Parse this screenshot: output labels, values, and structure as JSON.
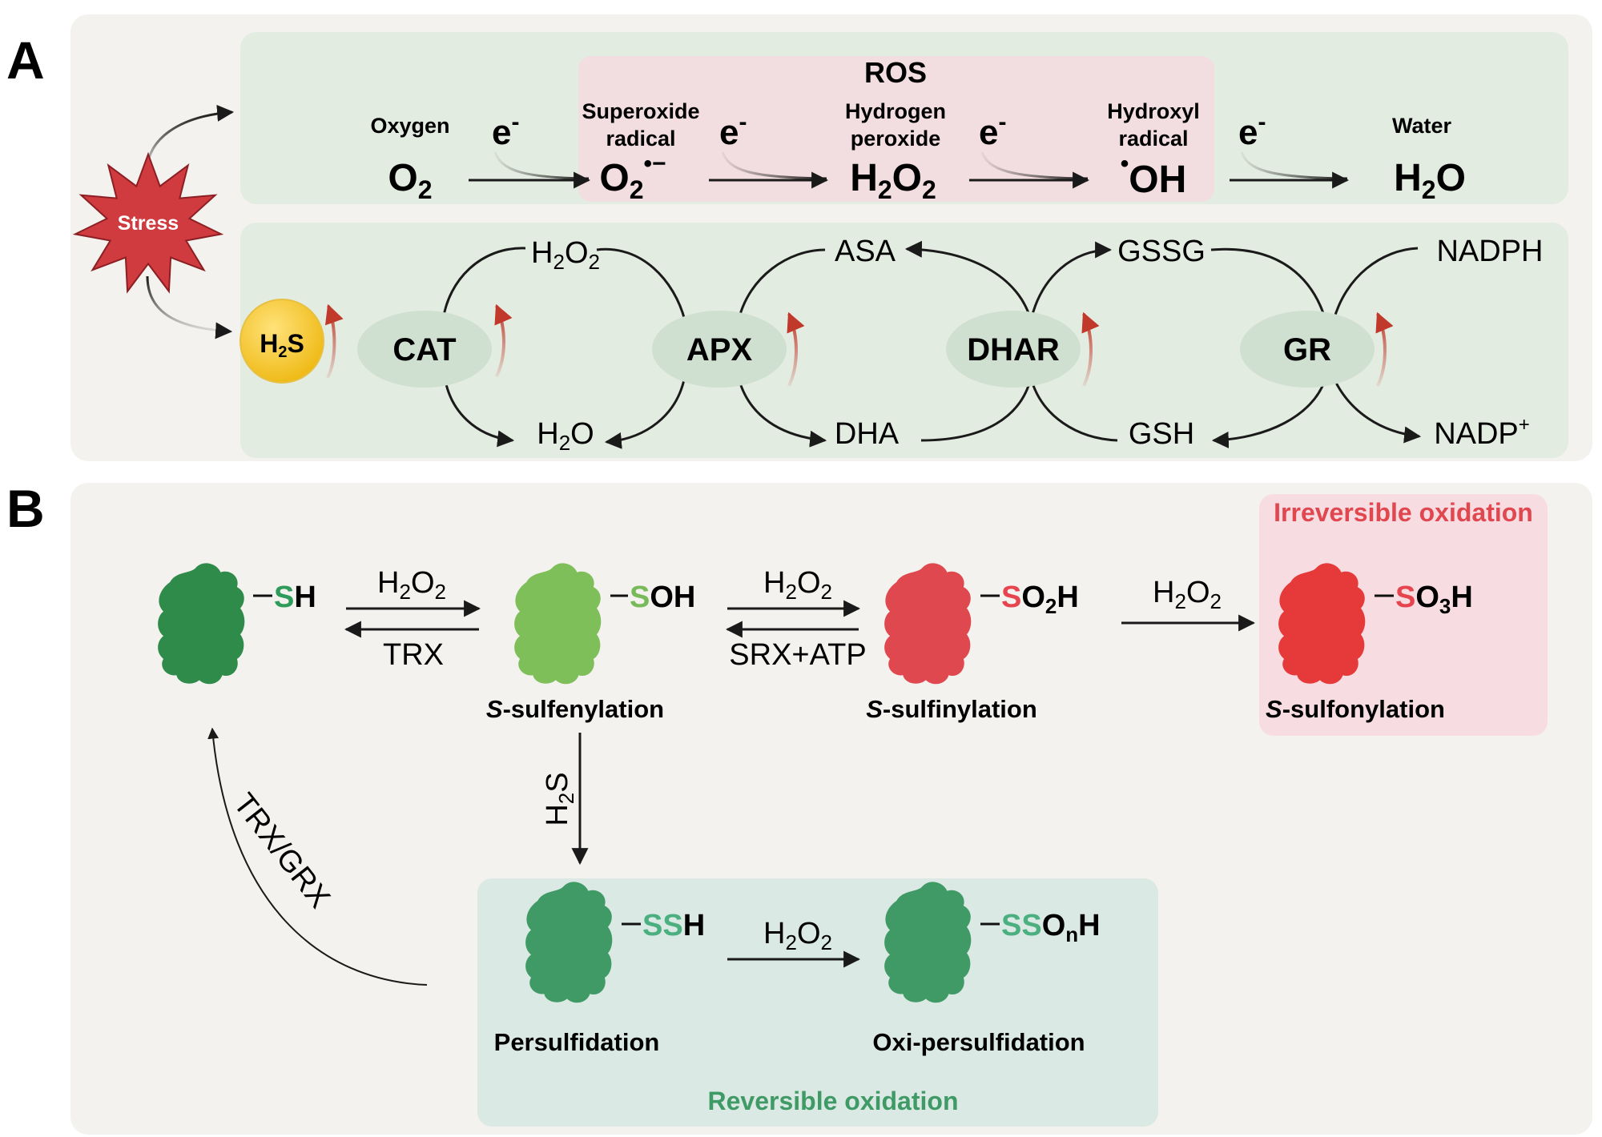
{
  "panel_a": {
    "label": "A",
    "stress": "Stress",
    "ros_title": "ROS",
    "electron": "e",
    "electron_sup": "-",
    "chain": {
      "oxygen": {
        "name": "Oxygen",
        "formula": "O",
        "sub": "2"
      },
      "superoxide": {
        "name_line1": "Superoxide",
        "name_line2": "radical",
        "formula": "O",
        "sub": "2",
        "sup": "•−"
      },
      "hydrogen_peroxide": {
        "name_line1": "Hydrogen",
        "name_line2": "peroxide",
        "formula_h": "H",
        "sub_h": "2",
        "formula_o": "O",
        "sub_o": "2"
      },
      "hydroxyl": {
        "name_line1": "Hydroxyl",
        "name_line2": "radical",
        "dot": "•",
        "formula": "OH"
      },
      "water": {
        "name": "Water",
        "formula_h": "H",
        "sub_h": "2",
        "formula_o": "O"
      }
    },
    "h2s": {
      "h": "H",
      "sub": "2",
      "s": "S"
    },
    "enzymes": [
      "CAT",
      "APX",
      "DHAR",
      "GR"
    ],
    "metabolites": {
      "h2o2_h": "H",
      "h2o2_sub1": "2",
      "h2o2_o": "O",
      "h2o2_sub2": "2",
      "h2o_h": "H",
      "h2o_sub": "2",
      "h2o_o": "O",
      "asa": "ASA",
      "dha": "DHA",
      "gssg": "GSSG",
      "gsh": "GSH",
      "nadph": "NADPH",
      "nadp": "NADP",
      "nadp_sup": "+"
    }
  },
  "panel_b": {
    "label": "B",
    "proteins": {
      "sh": {
        "group_colored": "S",
        "group_rest": "H"
      },
      "soh": {
        "group_colored": "S",
        "group_rest": "OH",
        "label_italic": "S",
        "label_rest": "-sulfenylation"
      },
      "so2h": {
        "group_colored": "S",
        "group_rest_1": "O",
        "sub": "2",
        "group_rest_2": "H",
        "label_italic": "S",
        "label_rest": "-sulfinylation"
      },
      "so3h": {
        "group_colored": "S",
        "group_rest_1": "O",
        "sub": "3",
        "group_rest_2": "H",
        "label_italic": "S",
        "label_rest": "-sulfonylation"
      },
      "ssh": {
        "group_colored": "SS",
        "group_rest": "H",
        "label": "Persulfidation"
      },
      "sson": {
        "group_colored": "SS",
        "group_rest_1": "O",
        "sub": "n",
        "group_rest_2": "H",
        "label": "Oxi-persulfidation"
      }
    },
    "reactions": {
      "h2o2_h": "H",
      "h2o2_sub1": "2",
      "h2o2_o": "O",
      "h2o2_sub2": "2",
      "trx": "TRX",
      "srx_atp": "SRX+ATP",
      "h2s_h": "H",
      "h2s_sub": "2",
      "h2s_s": "S",
      "trx_grx": "TRX/GRX"
    },
    "irreversible_title": "Irreversible oxidation",
    "reversible_title": "Reversible oxidation"
  },
  "colors": {
    "panel_bg": "#f4f2ef",
    "green_box": "#e3ece0",
    "ros_box": "#f2dde0",
    "irreversible_box": "#f7dde2",
    "reversible_box": "#dbe9e5",
    "enzyme_ellipse": "#cfe0d0",
    "stress_red": "#cf3b3f",
    "h2s_yellow": "#f3c524",
    "arrow_red": "#c0392b",
    "protein_dark_green": "#2e8b4a",
    "protein_light_green": "#7fbf59",
    "protein_red": "#e04850",
    "protein_bright_red": "#e63a3a",
    "protein_teal_green": "#3f9a65",
    "s_green": "#2e9b5a",
    "s_light_green": "#78b95a",
    "s_red": "#e64550",
    "s_teal": "#4caf7f",
    "irreversible_text": "#e0474f",
    "reversible_text": "#3f9a65"
  }
}
